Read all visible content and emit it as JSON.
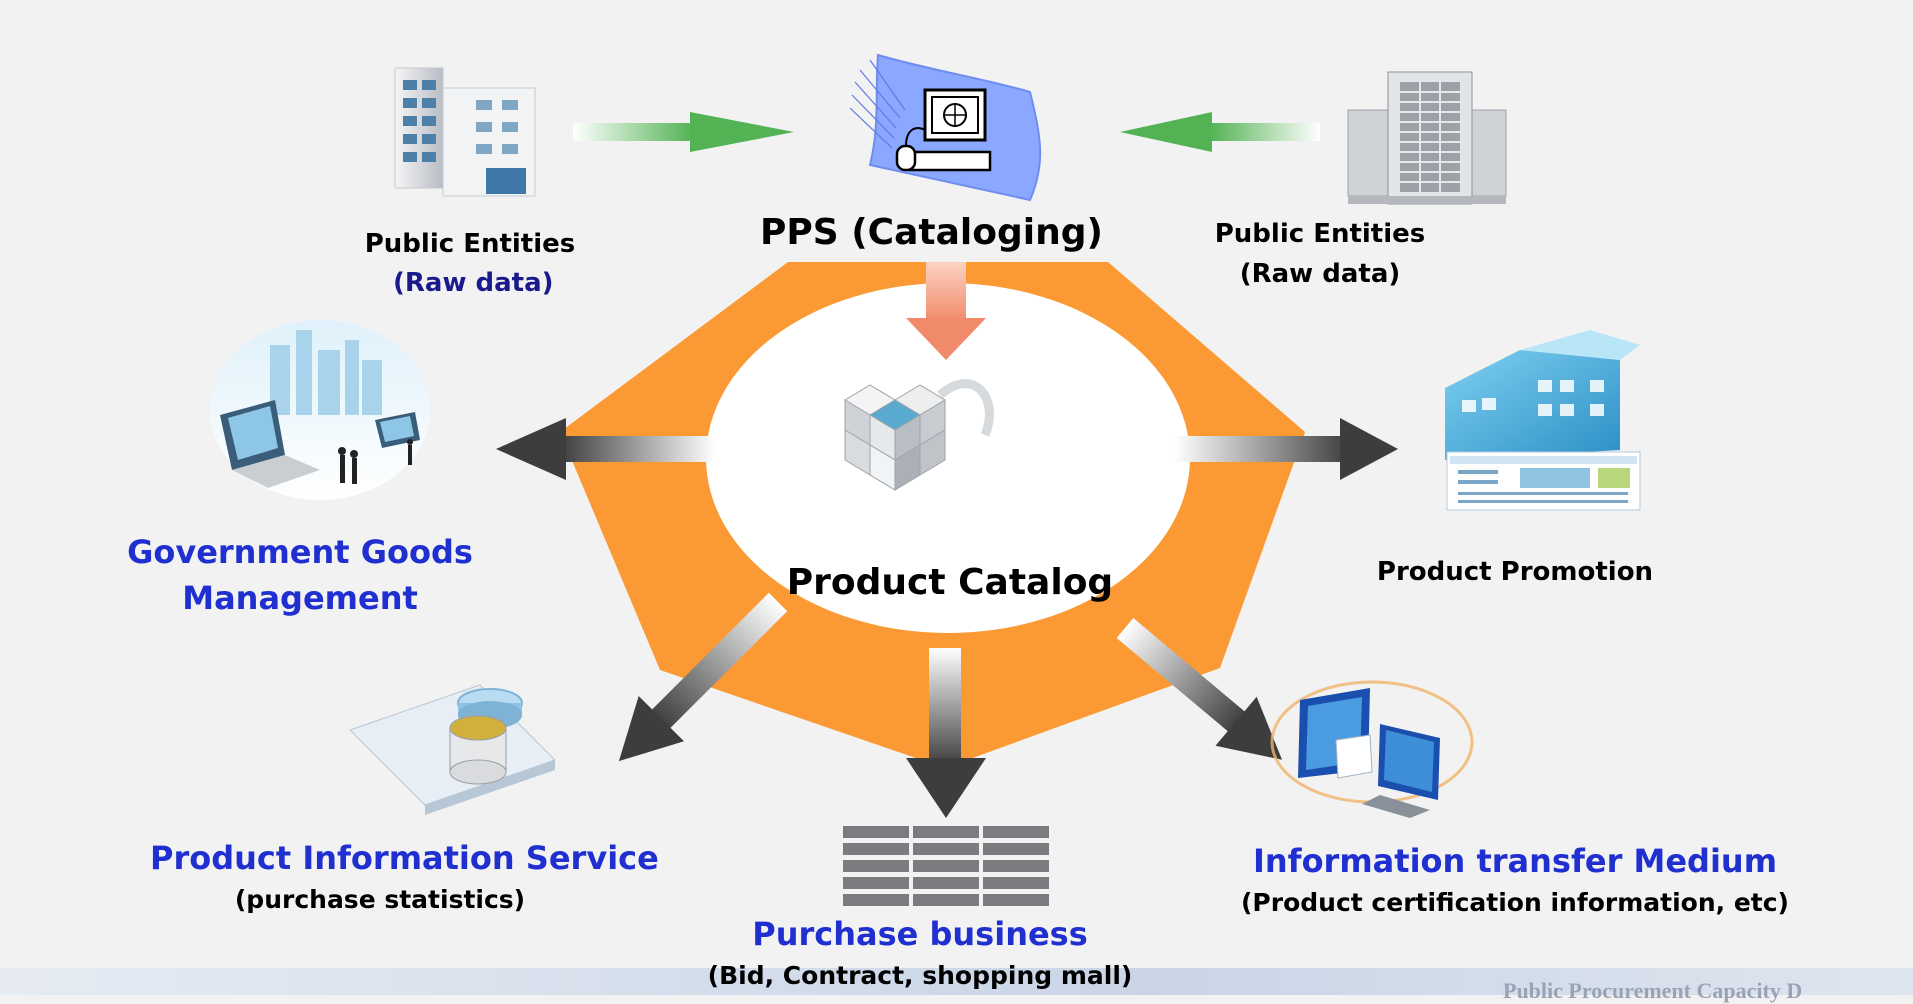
{
  "center": {
    "title": "Product Catalog",
    "source": "PPS (Cataloging)"
  },
  "nodes": {
    "public_entities_left": {
      "title": "Public Entities",
      "sub": "(Raw data)"
    },
    "public_entities_right": {
      "title": "Public Entities",
      "sub": "(Raw data)"
    },
    "government_goods": {
      "line1": "Government Goods",
      "line2": "Management"
    },
    "product_promotion": {
      "title": "Product Promotion"
    },
    "product_info_service": {
      "title": "Product Information Service",
      "sub": "(purchase statistics)"
    },
    "purchase_business": {
      "title": "Purchase business",
      "sub": "(Bid, Contract, shopping mall)"
    },
    "info_transfer": {
      "title": "Information transfer Medium",
      "sub": "(Product certification information, etc)"
    }
  },
  "footer": {
    "text": "Public Procurement Capacity D"
  },
  "colors": {
    "orange": "#fb9a35",
    "blue_label": "#1f2fd0",
    "navy_label": "#1a1a8c",
    "green_arrow": "#5cb85c",
    "dark_arrow": "#4a4a4a"
  },
  "icons": {
    "pps": "computer-terminal-icon",
    "left_entity": "office-building-icon",
    "right_entity": "skyscraper-icon",
    "catalog": "cube-grid-icon",
    "government": "laptop-city-icon",
    "promotion": "building-website-icon",
    "info_service": "database-clipboard-icon",
    "purchase": "table-grid-icon",
    "transfer": "monitors-exchange-icon"
  }
}
